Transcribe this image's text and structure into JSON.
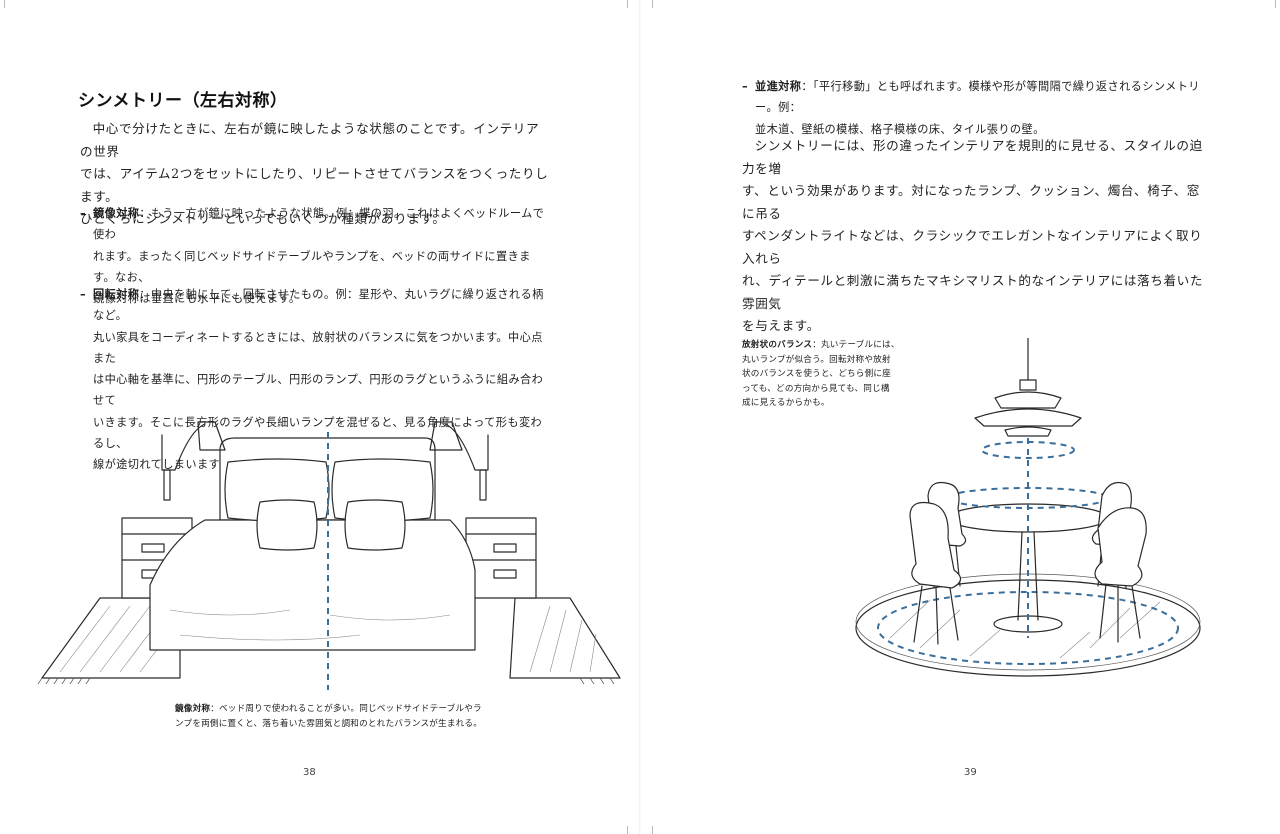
{
  "left_page": {
    "title": "シンメトリー（左右対称）",
    "intro": [
      "中心で分けたときに、左右が鏡に映したような状態のことです。インテリアの世界",
      "では、アイテム2つをセットにしたり、リピートさせてバランスをつくったりします。",
      "ひとくちにシンメトリーといってもいくつか種類があります。"
    ],
    "mirror": {
      "dash": "–",
      "term": "鏡像対称",
      "lines": [
        "：もう一方が鏡に映ったような状態。例：蝶の羽。これはよくベッドルームで使わ",
        "れます。まったく同じベッドサイドテーブルやランプを、ベッドの両サイドに置きます。なお、",
        "鏡像対称は垂直にも水平にも使えます。"
      ]
    },
    "rotation": {
      "dash": "–",
      "term": "回転対称",
      "lines": [
        "：中央を軸にして、回転させたもの。例：星形や、丸いラグに繰り返される柄など。",
        "丸い家具をコーディネートするときには、放射状のバランスに気をつかいます。中心点また",
        "は中心軸を基準に、円形のテーブル、円形のランプ、円形のラグというふうに組み合わせて",
        "いきます。そこに長方形のラグや長細いランプを混ぜると、見る角度によって形も変わるし、",
        "線が途切れてしまいます。"
      ]
    },
    "caption": {
      "term": "鏡像対称",
      "line1": "：ベッド周りで使われることが多い。同じベッドサイドテーブルやラ",
      "line2": "ンプを両側に置くと、落ち着いた雰囲気と調和のとれたバランスが生まれる。"
    },
    "page_number": "38"
  },
  "right_page": {
    "translation": {
      "dash": "–",
      "term": "並進対称",
      "lines": [
        "：「平行移動」とも呼ばれます。模様や形が等間隔で繰り返されるシンメトリー。例：",
        "並木道、壁紙の模様、格子模様の床、タイル張りの壁。"
      ]
    },
    "body": [
      "シンメトリーには、形の違ったインテリアを規則的に見せる、スタイルの迫力を増",
      "す、という効果があります。対になったランプ、クッション、燭台、椅子、窓に吊る",
      "すペンダントライトなどは、クラシックでエレガントなインテリアによく取り入れら",
      "れ、ディテールと刺激に満ちたマキシマリスト的なインテリアには落ち着いた雰囲気",
      "を与えます。"
    ],
    "caption": {
      "term": "放射状のバランス",
      "lines": [
        "：丸いテーブルには、",
        "丸いランプが似合う。回転対称や放射",
        "状のバランスを使うと、どちら側に座",
        "っても、どの方向から見ても、同じ構",
        "成に見えるからかも。"
      ]
    },
    "page_number": "39"
  },
  "illustrations": {
    "bed_icon": "bed-illustration",
    "dining_icon": "round-dining-set-illustration",
    "ink_color": "#2a2a2a",
    "guide_color": "#3a6f9c"
  }
}
